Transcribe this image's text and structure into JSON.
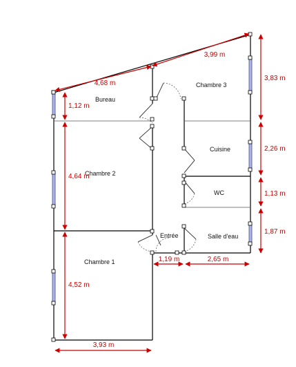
{
  "colors": {
    "dimension": "#cc0000",
    "wall": "#000000",
    "window": "#aab4e6"
  },
  "rooms": {
    "bureau": "Bureau",
    "chambre3": "Chambre 3",
    "chambre2": "Chambre 2",
    "cuisine": "Cuisine",
    "wc": "WC",
    "entree": "Entrée",
    "salle_eau": "Salle d'eau",
    "chambre1": "Chambre 1"
  },
  "dimensions": {
    "top_left": "4,68 m",
    "top_right": "3,99 m",
    "right_chambre3": "3,83 m",
    "right_cuisine": "2,26 m",
    "right_wc": "1,13 m",
    "right_salle_eau": "1,87 m",
    "left_bureau": "1,12 m",
    "left_chambre2": "4,64 m",
    "left_chambre1": "4,52 m",
    "bottom_entree": "1,19 m",
    "bottom_right": "2,65 m",
    "bottom_left": "3,93 m"
  }
}
